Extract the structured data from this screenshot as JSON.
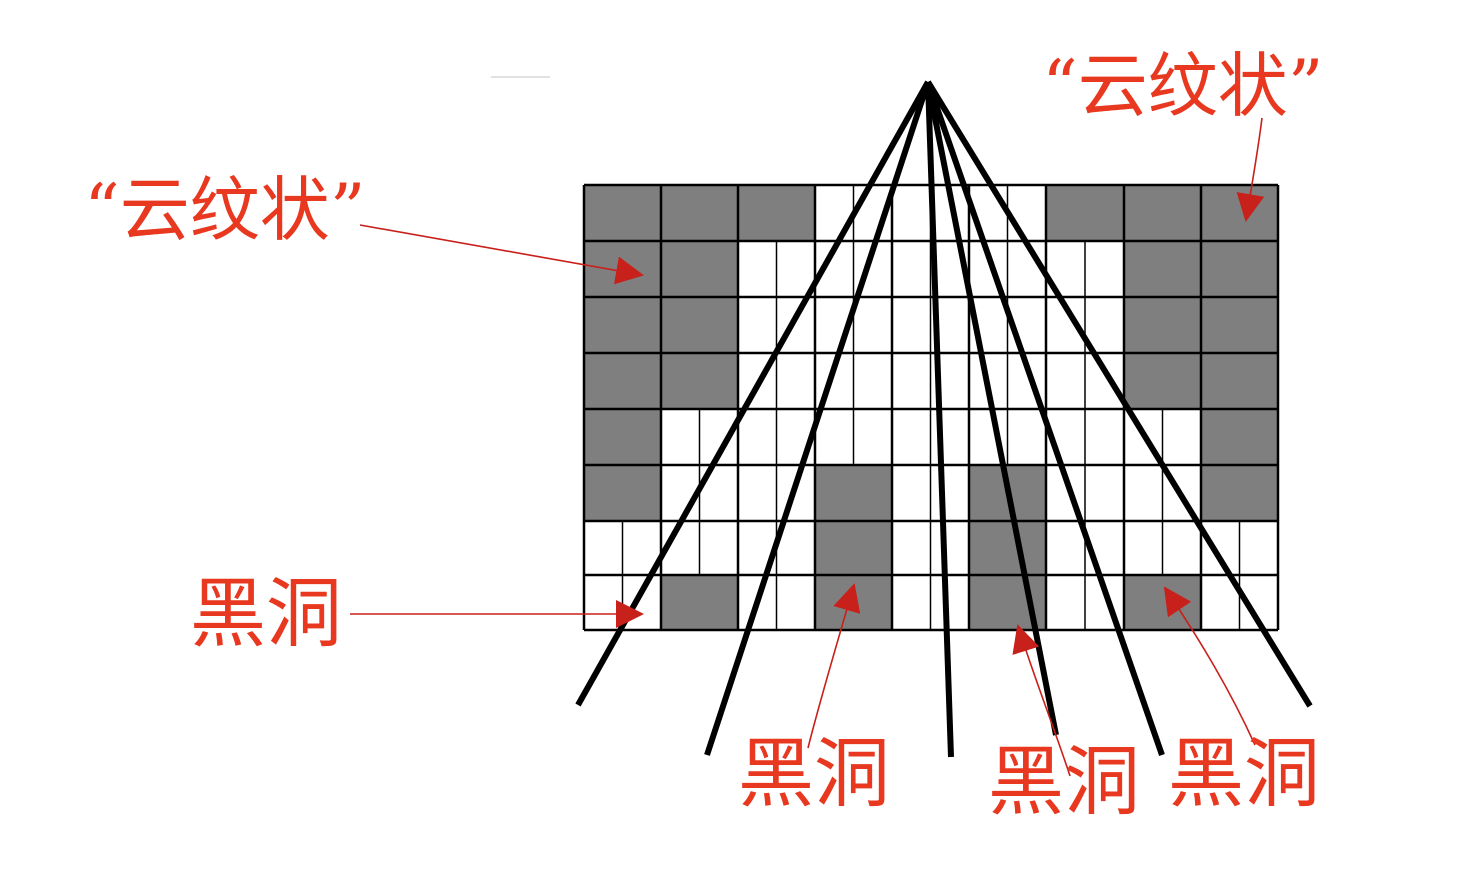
{
  "labels": {
    "cloud_left": "“云纹状”",
    "cloud_right": "“云纹状”",
    "hole_left": "黑洞",
    "hole_bottom_1": "黑洞",
    "hole_bottom_2": "黑洞",
    "hole_bottom_3": "黑洞"
  },
  "colors": {
    "dark_cell": "#7f7f7f",
    "grid_line": "#000000",
    "ray": "#000000",
    "label": "#e8381f",
    "arrow": "#c8201a"
  },
  "grid": {
    "columns": 9,
    "rows": 8,
    "dark_cells": [
      [
        1,
        1,
        1,
        0,
        0,
        0,
        1,
        1,
        1
      ],
      [
        1,
        1,
        0,
        0,
        0,
        0,
        0,
        1,
        1
      ],
      [
        1,
        1,
        0,
        0,
        0,
        0,
        0,
        1,
        1
      ],
      [
        1,
        1,
        0,
        0,
        0,
        0,
        0,
        1,
        1
      ],
      [
        1,
        0,
        0,
        0,
        0,
        0,
        0,
        0,
        1
      ],
      [
        1,
        0,
        0,
        1,
        0,
        1,
        0,
        0,
        1
      ],
      [
        0,
        0,
        0,
        1,
        0,
        1,
        0,
        0,
        0
      ],
      [
        0,
        1,
        0,
        1,
        0,
        1,
        0,
        1,
        0
      ]
    ]
  },
  "rays": {
    "count": 6
  }
}
